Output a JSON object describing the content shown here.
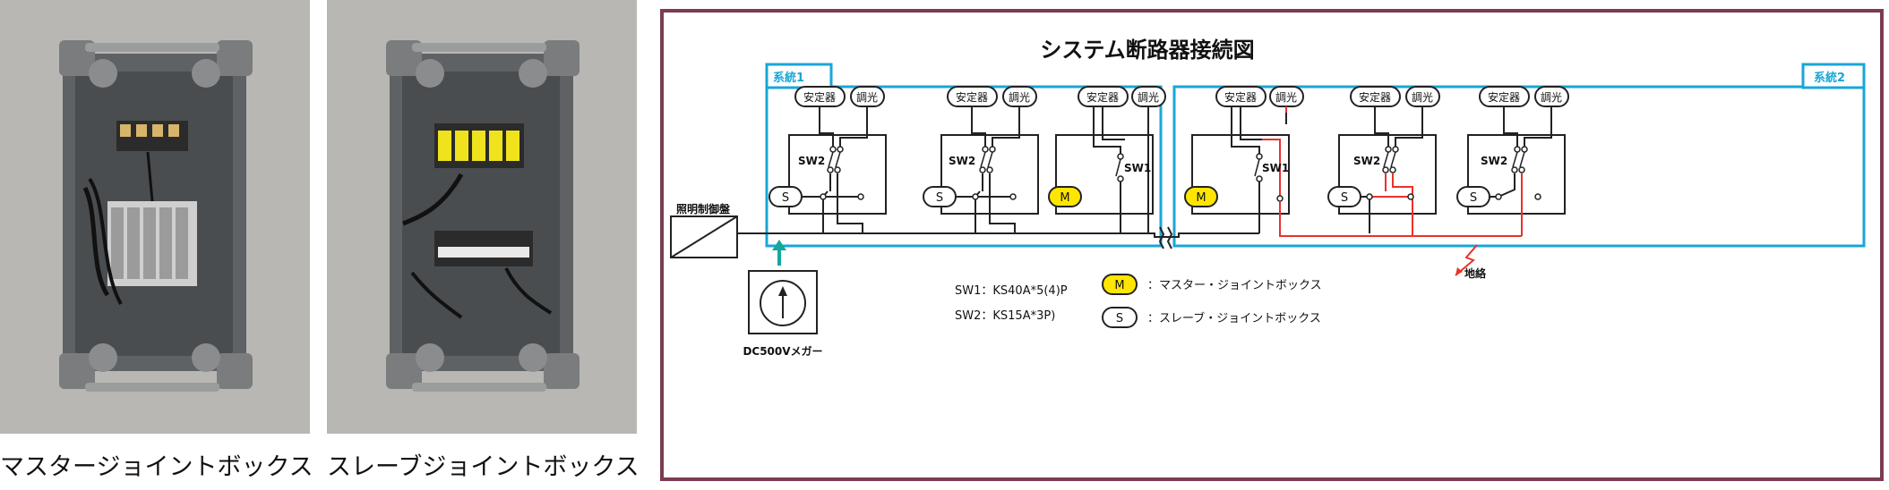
{
  "photos": [
    {
      "caption": "マスタージョイントボックス"
    },
    {
      "caption": "スレーブジョイントボックス"
    }
  ],
  "diagram": {
    "title": "システム断路器接続図",
    "panel_label": "照明制御盤",
    "system1_label": "系統1",
    "system2_label": "系統2",
    "units": [
      {
        "top_labels": [
          "安定器",
          "調光"
        ],
        "switch": "SW2",
        "box": "S"
      },
      {
        "top_labels": [
          "安定器",
          "調光"
        ],
        "switch": "SW2",
        "box": "S"
      },
      {
        "top_labels": [
          "安定器",
          "調光"
        ],
        "switch": "SW1",
        "box": "M"
      },
      {
        "top_labels": [
          "安定器",
          "調光"
        ],
        "switch": "SW1",
        "box": "M"
      },
      {
        "top_labels": [
          "安定器",
          "調光"
        ],
        "switch": "SW2",
        "box": "S"
      },
      {
        "top_labels": [
          "安定器",
          "調光"
        ],
        "switch": "SW2",
        "box": "S"
      }
    ],
    "megger_label": "DC500Vメガー",
    "ground_fault_label": "地絡",
    "spec_sw1": "SW1：KS40A*5(4)P",
    "spec_sw2": "SW2：KS15A*3P)",
    "legend": [
      {
        "symbol": "M",
        "text": "：マスター・ジョイントボックス"
      },
      {
        "symbol": "S",
        "text": "：スレーブ・ジョイントボックス"
      }
    ]
  },
  "colors": {
    "system_border": "#1aa6d6",
    "master_fill": "#ffe600",
    "fault_line": "#e8322b",
    "megger_arrow": "#13a89e",
    "panel_border": "#7a3c52",
    "box_gray": "#6d6f70",
    "background_gray": "#b7b7b5"
  }
}
